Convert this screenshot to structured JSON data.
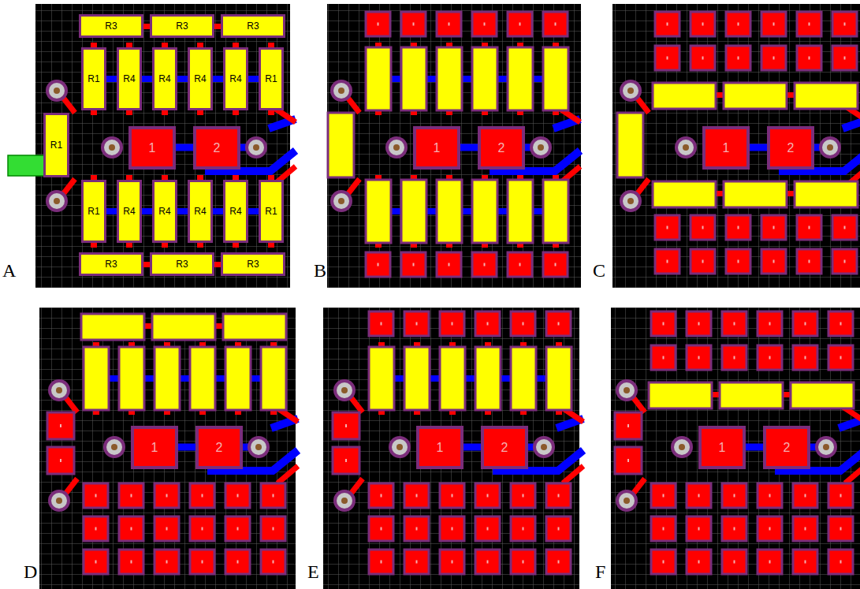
{
  "diagram": {
    "nodes": [
      {
        "text": [
          "R3"
        ]
      },
      {
        "text": [
          "R3"
        ]
      },
      {
        "text": [
          "R3"
        ]
      },
      {
        "text": [
          "R1"
        ]
      },
      {
        "text": [
          "R4"
        ]
      },
      {
        "text": [
          "R4"
        ]
      },
      {
        "text": [
          "R4"
        ]
      },
      {
        "text": [
          "R4"
        ]
      },
      {
        "text": [
          "R1"
        ]
      },
      {
        "text": [
          "R1"
        ]
      },
      {
        "text": [
          "1"
        ]
      },
      {
        "text": [
          "2"
        ]
      },
      {
        "text": [
          "R1"
        ]
      },
      {
        "text": [
          "R4"
        ]
      },
      {
        "text": [
          "R4"
        ]
      },
      {
        "text": [
          "R4"
        ]
      },
      {
        "text": [
          "R4"
        ]
      },
      {
        "text": [
          "R1"
        ]
      },
      {
        "text": [
          "R3"
        ]
      },
      {
        "text": [
          "R3"
        ]
      },
      {
        "text": [
          "R3"
        ]
      },
      {
        "text": [
          "1"
        ]
      },
      {
        "text": [
          "2"
        ]
      },
      {
        "text": [
          "1"
        ]
      },
      {
        "text": [
          "2"
        ]
      },
      {
        "text": [
          "1"
        ]
      },
      {
        "text": [
          "2"
        ]
      },
      {
        "text": [
          "1"
        ]
      },
      {
        "text": [
          "2"
        ]
      },
      {
        "text": [
          "1"
        ]
      },
      {
        "text": [
          "2"
        ]
      }
    ],
    "labels": [
      "A",
      "B",
      "C",
      "D",
      "E",
      "F"
    ]
  }
}
